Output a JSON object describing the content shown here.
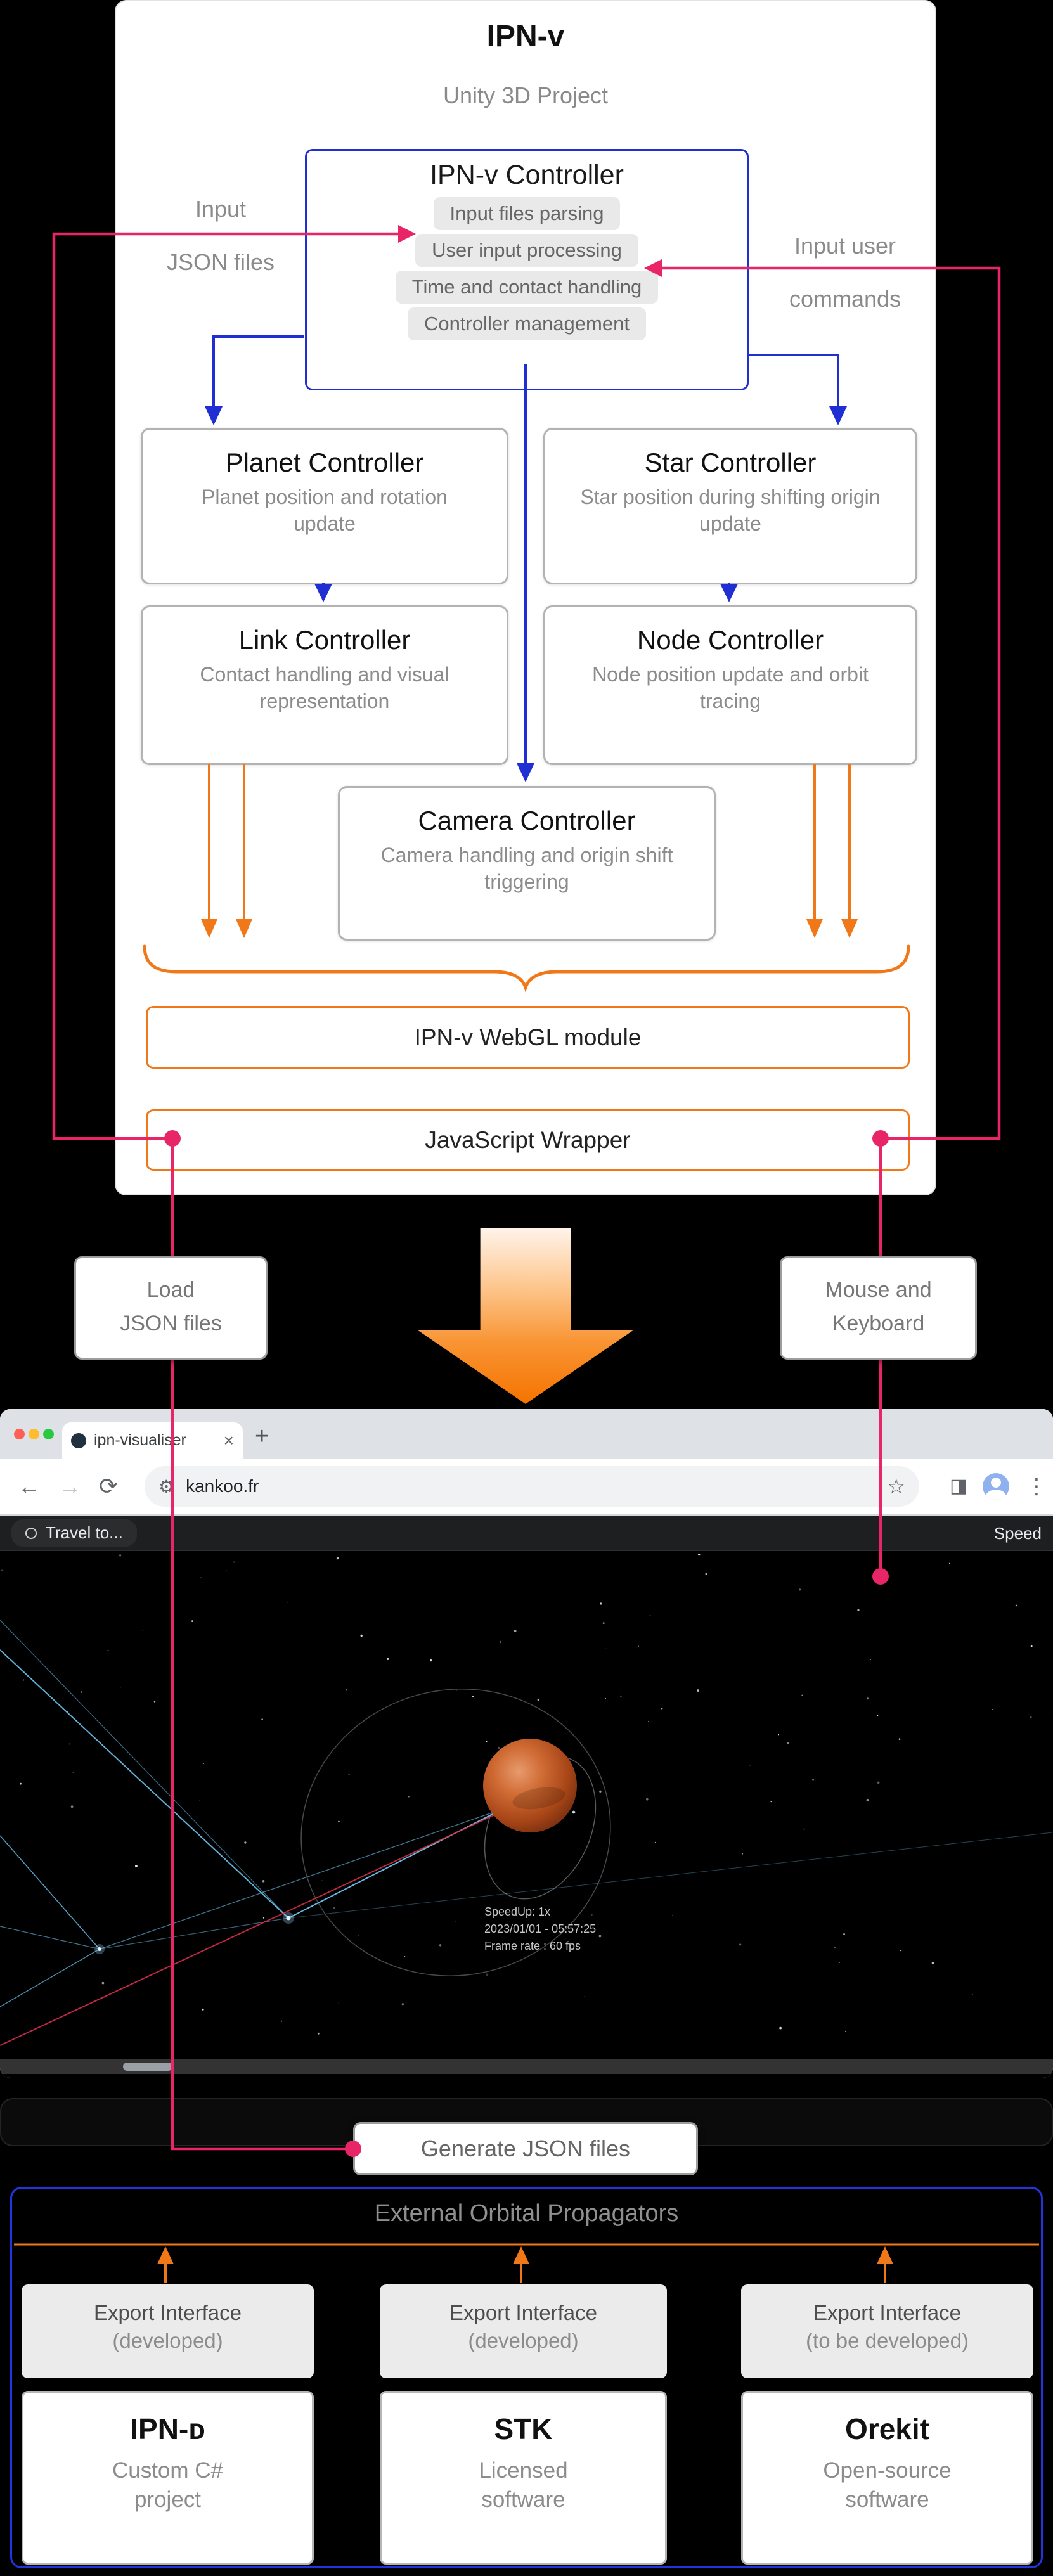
{
  "diagram": {
    "title": "IPN-ᴠ",
    "subtitle": "Unity 3D Project",
    "controller": {
      "title": "IPN-ᴠ Controller",
      "items": [
        "Input files parsing",
        "User input processing",
        "Time and contact handling",
        "Controller management"
      ]
    },
    "left_input_label": [
      "Input",
      "JSON files"
    ],
    "right_input_label": [
      "Input user",
      "commands"
    ],
    "modules": [
      {
        "title": "Planet Controller",
        "desc": "Planet position and rotation update"
      },
      {
        "title": "Star Controller",
        "desc": "Star position during shifting origin update"
      },
      {
        "title": "Link Controller",
        "desc": "Contact handling and visual representation"
      },
      {
        "title": "Node Controller",
        "desc": "Node position update and orbit tracing"
      },
      {
        "title": "Camera Controller",
        "desc": "Camera handling and origin shift triggering"
      }
    ],
    "webgl_module": "IPN-ᴠ WebGL module",
    "js_wrapper": "JavaScript Wrapper"
  },
  "annotations": {
    "load_json": [
      "Load",
      "JSON files"
    ],
    "mouse_keyboard": [
      "Mouse and",
      "Keyboard"
    ],
    "generate_json": "Generate JSON files"
  },
  "browser": {
    "tab_title": "ipn-visualiser",
    "url": "kankoo.fr",
    "scene": {
      "travel_label": "Travel to...",
      "speed_label": "Speed",
      "hud": [
        "SpeedUp: 1x",
        "2023/01/01 - 05:57:25",
        "Frame rate : 60 fps"
      ]
    }
  },
  "propagators": {
    "title": "External Orbital Propagators",
    "columns": [
      {
        "interface_line1": "Export Interface",
        "interface_line2": "(developed)",
        "name": "IPN-ᴅ",
        "desc_line1": "Custom C#",
        "desc_line2": "project"
      },
      {
        "interface_line1": "Export Interface",
        "interface_line2": "(developed)",
        "name": "STK",
        "desc_line1": "Licensed",
        "desc_line2": "software"
      },
      {
        "interface_line1": "Export Interface",
        "interface_line2": "(to be developed)",
        "name": "Orekit",
        "desc_line1": "Open-source",
        "desc_line2": "software"
      }
    ]
  },
  "colors": {
    "blue": "#1f2fd4",
    "orange": "#f07818",
    "pink": "#e72567"
  }
}
